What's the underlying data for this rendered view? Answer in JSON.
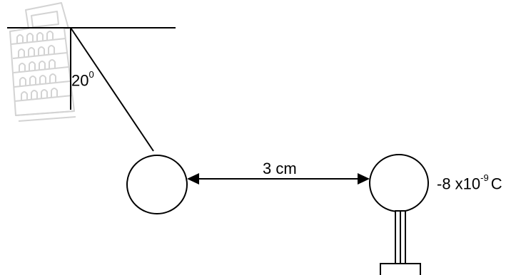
{
  "angle": {
    "value": "20",
    "unit_superscript": "0"
  },
  "distance": {
    "label": "3 cm"
  },
  "charge": {
    "mantissa": "-8 x10",
    "exponent": "-9",
    "unit": "C"
  },
  "colors": {
    "line": "#000000",
    "tower": "#d3d3d3",
    "background": "#ffffff"
  }
}
